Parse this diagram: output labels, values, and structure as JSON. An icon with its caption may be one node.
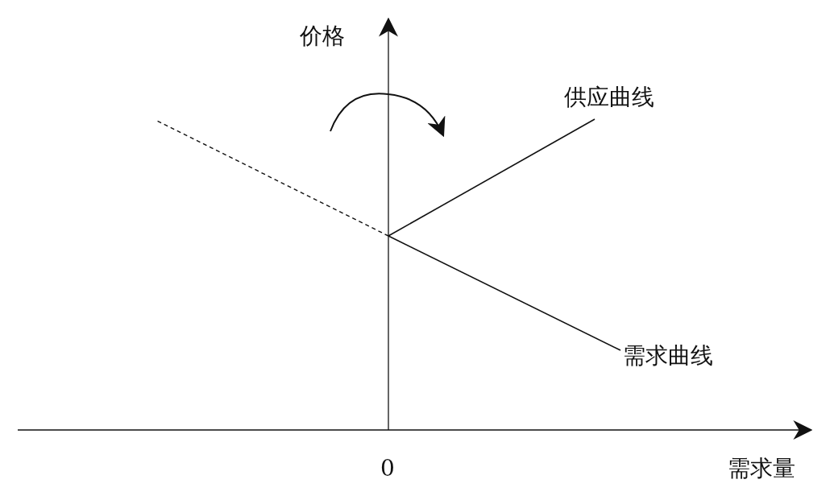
{
  "diagram": {
    "labels": [
      "价格",
      "供应曲线",
      "需求曲线",
      "0",
      "需求量"
    ]
  }
}
